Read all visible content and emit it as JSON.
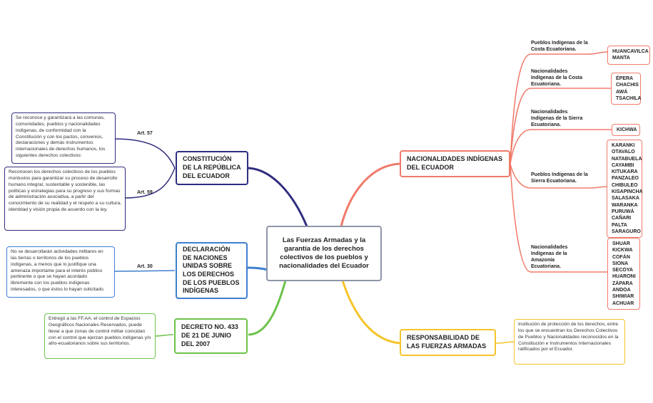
{
  "central": {
    "title": "Las Fuerzas Armadas y la garantía de los derechos colectivos de los pueblos y nacionalidades del Ecuador"
  },
  "left": {
    "constitucion": {
      "title": "CONSTITUCIÓN DE LA REPÚBLICA DEL ECUADOR",
      "art57": {
        "label": "Art. 57",
        "text": "Se reconoce y garantizará a las comunas, comunidades, pueblos y nacionalidades indígenas, de conformidad con la Constitución y con los pactos, convenios, declaraciones y demás instrumentos internacionales de derechos humanos, los siguientes derechos colectivos:"
      },
      "art59": {
        "label": "Art. 59",
        "text": "Reconocen los derechos colectivos de los pueblos montuvios para garantizar su proceso de desarrollo humano integral, sustentable y sostenible, las políticas y estrategias para su progreso y sus formas de administración asociativa, a partir del conocimiento de su realidad y el respeto a su cultura, identidad y visión propia de acuerdo con la ley."
      }
    },
    "declaracion": {
      "title": "DECLARACIÓN DE NACIONES UNIDAS SOBRE LOS DERECHOS DE LOS PUEBLOS INDÍGENAS",
      "art30": {
        "label": "Art. 30",
        "text": "No se desarrollarán actividades militares en las tierras o territorios de los pueblos indígenas, a menos que lo justifique una amenaza importante para el interés público pertinente o que se hayan acordado libremente con los pueblos indígenas interesados, o que éstos lo hayan solicitado."
      }
    },
    "decreto": {
      "title": "DECRETO NO. 433 DE 21 DE JUNIO DEL 2007",
      "text": "Entregó a las FF.AA. el control de Espacios Geográficos Nacionales Reservados, puede llevar a que zonas de control militar coincidan con el control que ejerzan pueblos indígenas y/o afro-ecuatorianos sobre sus territorios."
    }
  },
  "right": {
    "nacionalidades": {
      "title": "NACIONALIDADES INDÍGENAS DEL ECUADOR",
      "groups": [
        {
          "label": "Pueblos Indígenas de la Costa Ecuatoriana.",
          "items": [
            "HUANCAVILCA",
            "MANTA"
          ]
        },
        {
          "label": "Nacionalidades Indígenas de la Costa Ecuatoriana.",
          "items": [
            "ÉPERA",
            "CHACHIS",
            "AWÁ",
            "TSACHILA"
          ]
        },
        {
          "label": "Nacionalidades Indígenas de la Sierra Ecuatoriana.",
          "items": [
            "KICHWA"
          ]
        },
        {
          "label": "Pueblos Indígenas de la Sierra Ecuatoriana.",
          "items": [
            "KARANKI",
            "OTAVALO",
            "NATABUELA",
            "CAYAMBI",
            "KITUKARA",
            "PANZALEO",
            "CHIBULEO",
            "KISAPINCHA",
            "SALASAKA",
            "WARANKA",
            "PURUWÁ",
            "CAÑARI",
            "PALTA",
            "SARAGURO"
          ]
        },
        {
          "label": "Nacionalidades Indígenas de la Amazonía Ecuatoriana.",
          "items": [
            "SHUAR",
            "KICKWA",
            "COFÁN",
            "SIONA",
            "SECOYA",
            "HUARONI",
            "ZÁPARA",
            "ANDOA",
            "SHIWIAR",
            "ACHUAR"
          ]
        }
      ]
    },
    "responsabilidad": {
      "title": "RESPONSABILIDAD DE LAS FUERZAS ARMADAS",
      "text": "Institución de protección de los derechos, entre los que se encuentran los Derechos Colectivos de Pueblos y Nacionalidades reconocidos en la Constitución e Instrumentos Internacionales ratificados por el Ecuador."
    }
  },
  "colors": {
    "navy": "#2f2d7e",
    "blue": "#3f7fcf",
    "green": "#6cc24a",
    "red": "#f07a6a",
    "yellow": "#f5c42c",
    "central": "#8e96a8"
  }
}
